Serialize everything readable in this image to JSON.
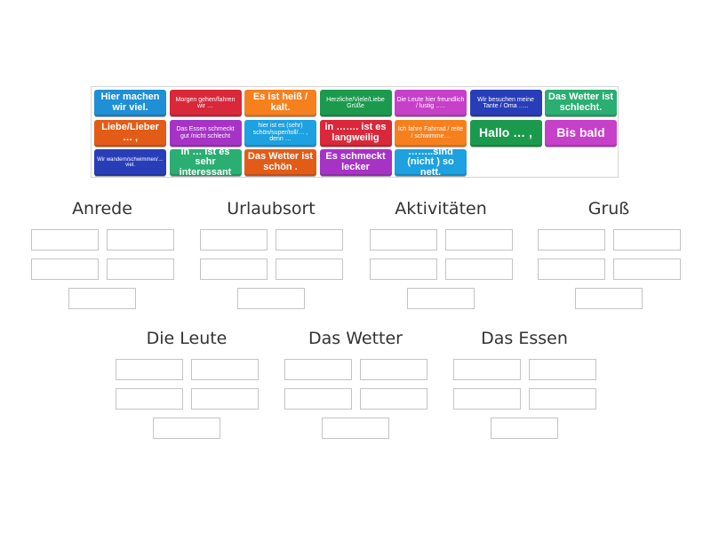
{
  "tiles": [
    {
      "id": "t1",
      "text": "Hier machen wir viel.",
      "color": "#1f8fd6",
      "size": "lg"
    },
    {
      "id": "t2",
      "text": "Morgen gehen/fahren wir …",
      "color": "#d9283a",
      "size": "sm"
    },
    {
      "id": "t3",
      "text": "Es ist heiß / kalt.",
      "color": "#f7801e",
      "size": "lg"
    },
    {
      "id": "t4",
      "text": "Herzliche/Viele/Liebe Grüße",
      "color": "#1b9a4d",
      "size": "sm"
    },
    {
      "id": "t5",
      "text": "Die Leute hier freundlich / lustig …..",
      "color": "#c740c9",
      "size": "sm"
    },
    {
      "id": "t6",
      "text": "Wir besuchen meine Tante / Oma …..",
      "color": "#283eb9",
      "size": "sm"
    },
    {
      "id": "t7",
      "text": "Das Wetter ist schlecht.",
      "color": "#2aae72",
      "size": "lg"
    },
    {
      "id": "t8",
      "text": "Liebe/Lieber … ,",
      "color": "#e35c17",
      "size": "lg"
    },
    {
      "id": "t9",
      "text": "Das Essen schmeckt gut /nicht schlecht",
      "color": "#a733c6",
      "size": "sm"
    },
    {
      "id": "t10",
      "text": "hier ist es (sehr) schön/super/toll/… , denn …",
      "color": "#1da1e0",
      "size": "sm"
    },
    {
      "id": "t11",
      "text": "in ……. ist es langweilig",
      "color": "#d9283a",
      "size": "lg"
    },
    {
      "id": "t12",
      "text": "Ich fahre Fahrrad / reite / schwimme…",
      "color": "#f7801e",
      "size": "sm"
    },
    {
      "id": "t13",
      "text": "Hallo … ,",
      "color": "#1b9a4d",
      "size": "xl"
    },
    {
      "id": "t14",
      "text": "Bis bald",
      "color": "#c740c9",
      "size": "xl"
    },
    {
      "id": "t15",
      "text": "Wir wandern/schwimmen/… viel.",
      "color": "#283eb9",
      "size": "xs"
    },
    {
      "id": "t16",
      "text": "in … ist es sehr interessant",
      "color": "#2aae72",
      "size": "lg"
    },
    {
      "id": "t17",
      "text": "Das Wetter ist schön .",
      "color": "#e35c17",
      "size": "lg"
    },
    {
      "id": "t18",
      "text": "Es schmeckt lecker",
      "color": "#a733c6",
      "size": "lg"
    },
    {
      "id": "t19",
      "text": "……..sind (nicht ) so nett.",
      "color": "#1da1e0",
      "size": "lg"
    }
  ],
  "groups": [
    {
      "title": "Anrede",
      "slots": 5
    },
    {
      "title": "Urlaubsort",
      "slots": 5
    },
    {
      "title": "Aktivitäten",
      "slots": 5
    },
    {
      "title": "Gruß",
      "slots": 5
    },
    {
      "title": "Die Leute",
      "slots": 5
    },
    {
      "title": "Das Wetter",
      "slots": 5
    },
    {
      "title": "Das Essen",
      "slots": 5
    }
  ]
}
